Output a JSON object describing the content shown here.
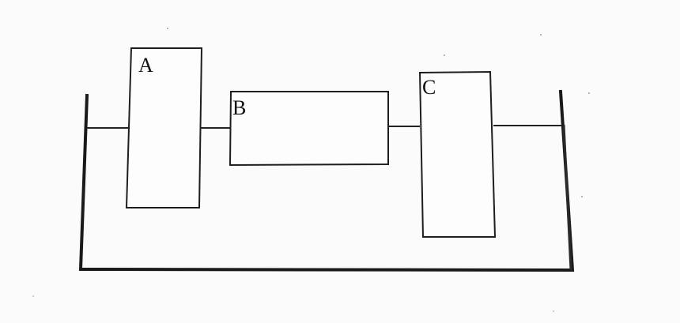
{
  "diagram": {
    "components": [
      {
        "id": "A",
        "label": "A"
      },
      {
        "id": "B",
        "label": "B"
      },
      {
        "id": "C",
        "label": "C"
      }
    ],
    "colors": {
      "line": "#1a1a1a",
      "background": "#fbfbfb"
    }
  }
}
